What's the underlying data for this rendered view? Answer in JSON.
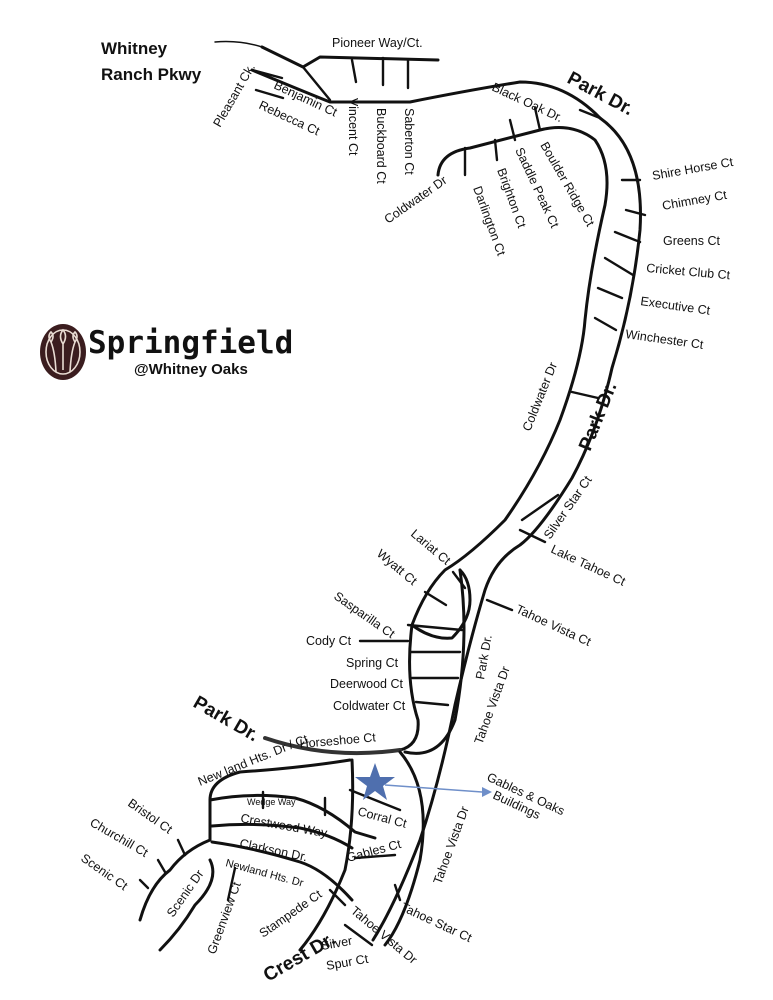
{
  "map": {
    "title_line1": "Whitney",
    "title_line2": "Ranch Pkwy",
    "brand_name": "Springfield",
    "brand_sub": "@Whitney Oaks",
    "colors": {
      "road": "#111111",
      "star": "#4f6fae",
      "logo": "#3b1d1f",
      "arrow": "#6f8fc9"
    },
    "labels": {
      "pioneer": "Pioneer Way/Ct.",
      "park_top": "Park Dr.",
      "black_oak": "Black Oak Dr.",
      "pleasant": "Pleasant Ck.",
      "benjamin": "Benjamin Ct",
      "rebecca": "Rebecca Ct",
      "vincent": "Vincent Ct",
      "buckboard": "Buckboard Ct",
      "saberton": "Saberton Ct",
      "coldwater_top": "Coldwater Dr",
      "saddle": "Saddle Peak Ct",
      "boulder": "Boulder Ridge Ct",
      "brighton": "Brighton Ct",
      "darlington": "Darlington Ct",
      "shire": "Shire Horse Ct",
      "chimney": "Chimney Ct",
      "greens": "Greens Ct",
      "cricket": "Cricket Club Ct",
      "executive": "Executive Ct",
      "winchester": "Winchester Ct",
      "coldwater_mid": "Coldwater Dr",
      "park_mid": "Park Dr.",
      "silver_star": "Silver Star Ct",
      "lake_tahoe": "Lake Tahoe Ct",
      "lariat": "Lariat Ct",
      "wyatt": "Wyatt Ct",
      "tahoe_vista_ct": "Tahoe Vista Ct",
      "sasparilla": "Sasparilla Ct",
      "cody": "Cody Ct",
      "spring": "Spring Ct",
      "park_small": "Park Dr.",
      "tahoe_vista_dr_upper": "Tahoe Vista Dr",
      "deerwood": "Deerwood Ct",
      "coldwater_ct": "Coldwater Ct",
      "park_left": "Park Dr.",
      "horseshoe": "Horseshoe Ct",
      "newland": "New land Hts. Dr / Ct",
      "gables_oaks_1": "Gables & Oaks",
      "gables_oaks_2": "Buildings",
      "wedge": "Wedge Way",
      "bristol": "Bristol Ct",
      "corral": "Corral Ct",
      "crestwood": "Crestwood Way",
      "tahoe_vista_dr_mid": "Tahoe Vista Dr",
      "churchill": "Churchill Ct",
      "clarkson": "Clarkson Dr.",
      "gables_ct": "Gables Ct",
      "scenic_ct": "Scenic Ct",
      "newland2": "Newland Hts. Dr",
      "scenic_dr": "Scenic Dr",
      "greenview": "Greenview Ct",
      "stampede": "Stampede Ct",
      "tahoe_star": "Tahoe Star Ct",
      "tahoe_vista_dr_low": "Tahoe Vista Dr",
      "crest": "Crest Dr.",
      "silver_spur_1": "Silver",
      "silver_spur_2": "Spur Ct"
    }
  }
}
